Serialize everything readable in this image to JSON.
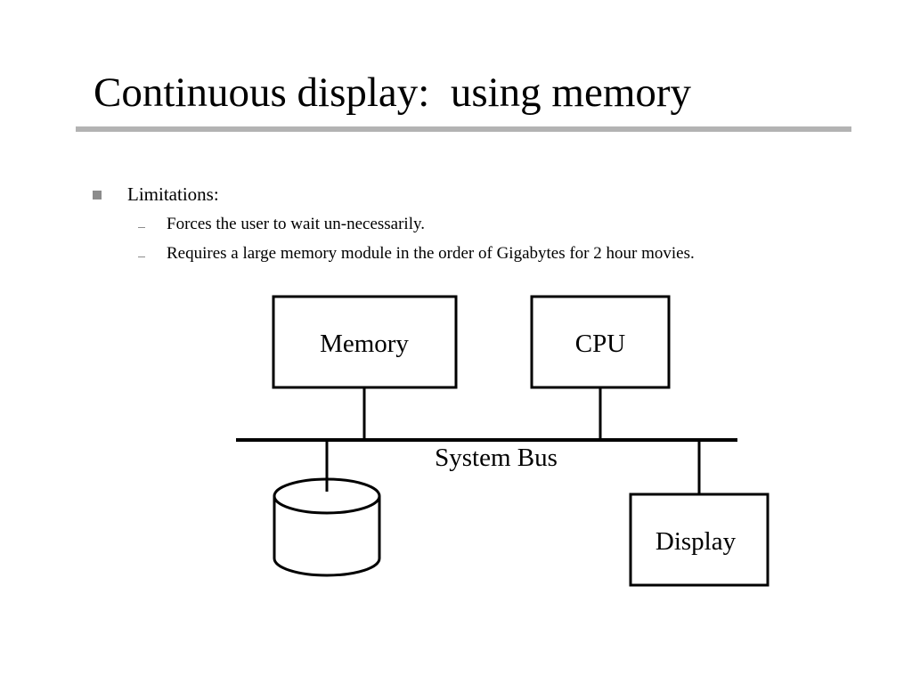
{
  "slide": {
    "title": "Continuous display:  using memory",
    "bullets": [
      {
        "text": "Limitations:",
        "sub": [
          "Forces the user to wait un-necessarily.",
          "Requires a large memory module in the order of Gigabytes for 2 hour movies."
        ]
      }
    ]
  },
  "diagram": {
    "memory_label": "Memory",
    "cpu_label": "CPU",
    "bus_label": "System Bus",
    "display_label": "Display"
  }
}
